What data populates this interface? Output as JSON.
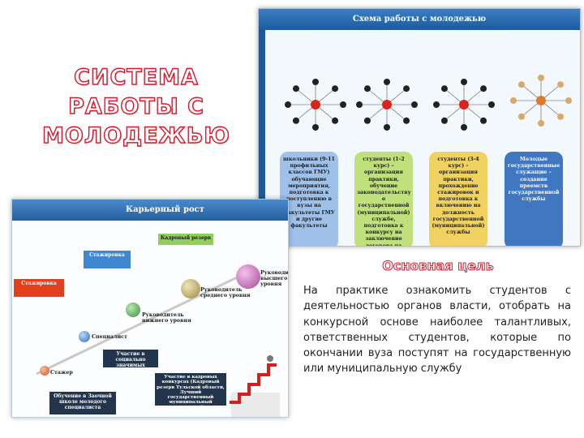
{
  "slide": {
    "title": "СИСТЕМА РАБОТЫ С МОЛОДЕЖЬЮ",
    "goal_title": "Основная цель",
    "goal_text": "На практике ознакомить студентов с деятельностью органов власти, отобрать на конкурсной основе наиболее талантливых, ответственных студентов, которые по окончании вуза поступят на государственную или муниципальную службу"
  },
  "scheme": {
    "title": "Схема работы с молодежью",
    "columns": [
      {
        "text": "школьники (9-11 профильных классов ГМУ) обучающие мероприятия, подготовка к поступлению в вузы на факультеты ГМУ и другие факультеты",
        "color": "#9fc0e8"
      },
      {
        "text": "студенты (1-2 курс) – организация практики, обучение законодательству о государственной (муниципальной) службе, подготовка к конкурсу на заключение договора на обучение",
        "color": "#bfe07a"
      },
      {
        "text": "студенты (3-4 курс) – организация практики, прохождение стажировок и подготовка к включению на должность государственной (муниципальной) службы",
        "color": "#f0d260"
      },
      {
        "text": "Молодые государственные служащие – создание преемств государственной службы",
        "color": "#3f78c1"
      }
    ]
  },
  "career": {
    "title": "Карьерный рост",
    "boxes": {
      "reserve": "Кадровый резерв",
      "intern": "Стажировка",
      "apprentice": "Стажировка",
      "studies": "Участие в социально значимых мероприятиях",
      "olympiad": "Обучение в Заочной школе молодого специалиста",
      "contest": "Участие в кадровых конкурсах (Кадровый резерв Тульской области, Лучший государственный муниципальный служащий)"
    },
    "steps": [
      "Руководитель высшего уровня",
      "Руководитель среднего уровня",
      "Руководитель нижнего уровня",
      "Специалист",
      "Стажер"
    ]
  },
  "colors": {
    "accent_red": "#d7192b",
    "header_blue": "#1d5a9c"
  }
}
